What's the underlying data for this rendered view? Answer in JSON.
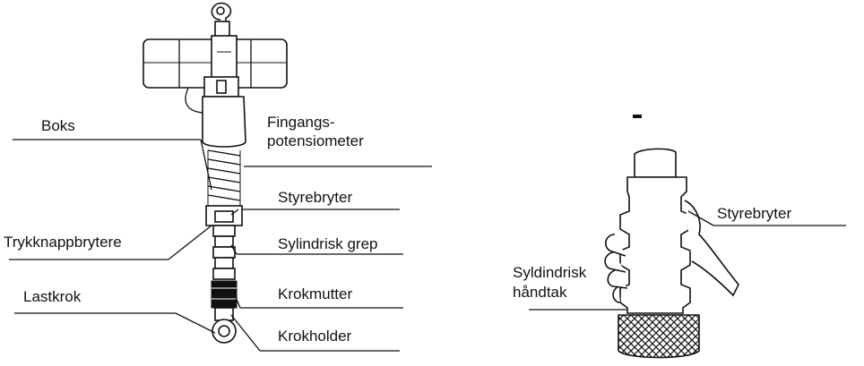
{
  "left_diagram": {
    "labels": {
      "boks": "Boks",
      "fingangs_line1": "Fingangs-",
      "fingangs_line2": "potensiometer",
      "styrebryter": "Styrebryter",
      "trykknapp": "Trykknappbrytere",
      "sylindrisk_grep": "Sylindrisk grep",
      "lastkrok": "Lastkrok",
      "krokmutter": "Krokmutter",
      "krokholder": "Krokholder"
    }
  },
  "right_diagram": {
    "labels": {
      "styrebryter": "Styrebryter",
      "handtak_line1": "Syldindrisk",
      "handtak_line2": "håndtak"
    }
  }
}
